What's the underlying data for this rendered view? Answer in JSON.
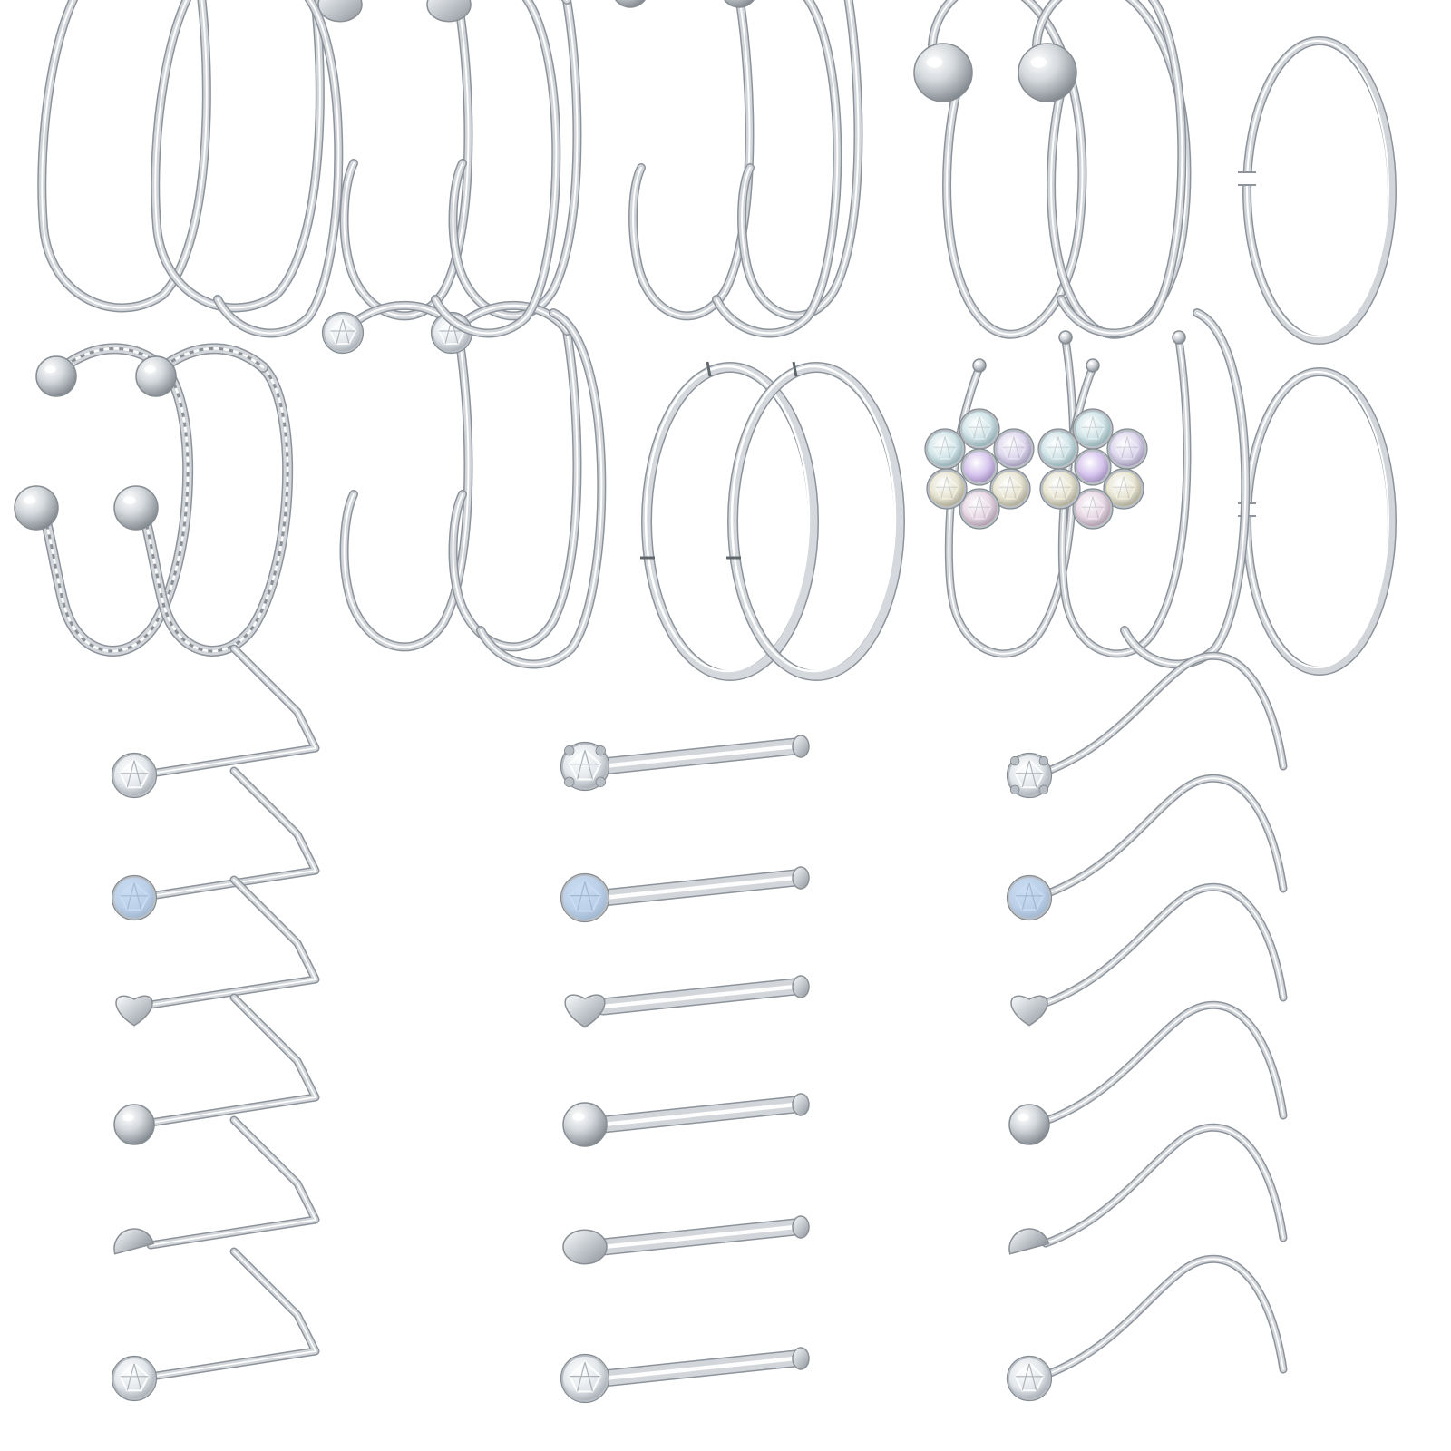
{
  "image": {
    "kind": "product-photo",
    "subject": "nose-piercing-jewelry-set"
  },
  "colors": {
    "background": "#ffffff",
    "metal_light": "#f2f4f6",
    "metal_mid": "#c3c8cd",
    "metal_dark": "#8a9096",
    "crystal_clear": "#e9ecef",
    "crystal_blue": "#a9c8ea",
    "crystal_purple": "#d6c4ee",
    "crystal_pink": "#ecc9de",
    "crystal_gold": "#ece3b8",
    "crystal_teal": "#bfe3e6"
  },
  "hoops": [
    {
      "type": "double-loop-twist"
    },
    {
      "type": "double-loop-twist"
    },
    {
      "type": "plain-open-hoop"
    },
    {
      "type": "flat-disc-end"
    },
    {
      "type": "flat-disc-end"
    },
    {
      "type": "plain-open-hoop"
    },
    {
      "type": "ball-end"
    },
    {
      "type": "ball-end"
    },
    {
      "type": "plain-open-hoop"
    },
    {
      "type": "large-ball-closure"
    },
    {
      "type": "large-ball-closure"
    },
    {
      "type": "plain-open-hoop"
    },
    {
      "type": "seamless-ring"
    },
    {
      "type": "twisted-rope-double-ball"
    },
    {
      "type": "twisted-rope-double-ball"
    },
    {
      "type": "crystal-disc-end"
    },
    {
      "type": "crystal-disc-end"
    },
    {
      "type": "plain-open-hoop"
    },
    {
      "type": "segment-ring"
    },
    {
      "type": "segment-ring"
    },
    {
      "type": "flower-crystal-hoop"
    },
    {
      "type": "flower-crystal-hoop"
    },
    {
      "type": "plain-open-hoop"
    },
    {
      "type": "plain-open-hoop"
    },
    {
      "type": "seamless-ring"
    }
  ],
  "studs": {
    "l_shape": [
      "clear-crystal",
      "blue-crystal",
      "heart",
      "ball",
      "half-moon",
      "clear-crystal"
    ],
    "straight": [
      "prong-crystal",
      "blue-crystal",
      "heart",
      "ball",
      "flat-disc",
      "clear-crystal"
    ],
    "screw": [
      "prong-crystal",
      "blue-crystal",
      "heart",
      "ball",
      "half-moon",
      "clear-crystal"
    ]
  }
}
